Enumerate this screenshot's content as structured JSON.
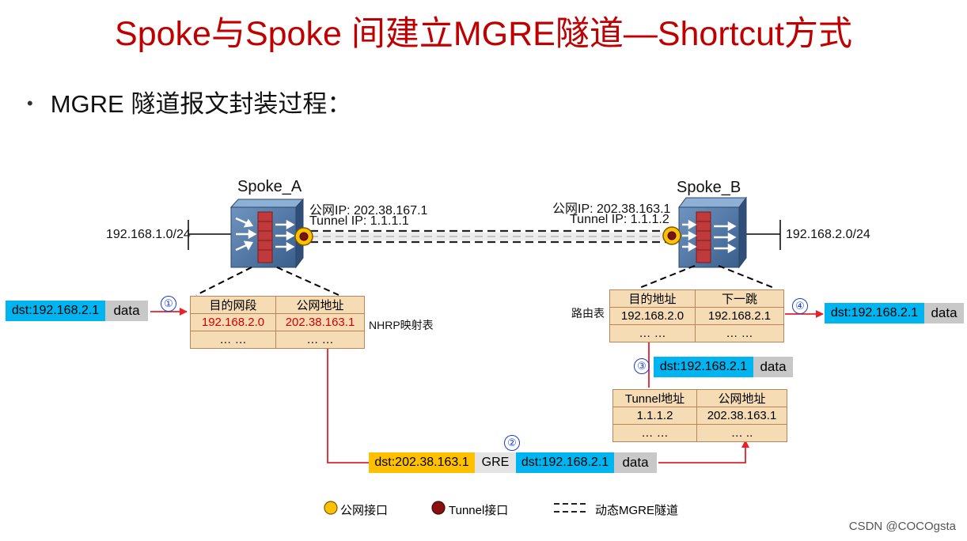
{
  "title": "Spoke与Spoke 间建立MGRE隧道—Shortcut方式",
  "bullet": "MGRE 隧道报文封装过程：",
  "spoke_a": {
    "name": "Spoke_A",
    "public_ip": "公网IP: 202.38.167.1",
    "tunnel_ip": "Tunnel IP: 1.1.1.1",
    "lan": "192.168.1.0/24"
  },
  "spoke_b": {
    "name": "Spoke_B",
    "public_ip": "公网IP: 202.38.163.1",
    "tunnel_ip": "Tunnel IP: 1.1.1.2",
    "lan": "192.168.2.0/24"
  },
  "nhrp_table": {
    "label": "NHRP映射表",
    "headers": [
      "目的网段",
      "公网地址"
    ],
    "row1": [
      "192.168.2.0",
      "202.38.163.1"
    ],
    "row2": [
      "… …",
      "… …"
    ]
  },
  "route_table": {
    "label": "路由表",
    "headers": [
      "目的地址",
      "下一跳"
    ],
    "row1": [
      "192.168.2.0",
      "192.168.2.1"
    ],
    "row2": [
      "… …",
      "… …"
    ]
  },
  "tunnel_table": {
    "headers": [
      "Tunnel地址",
      "公网地址"
    ],
    "row1": [
      "1.1.1.2",
      "202.38.163.1"
    ],
    "row2": [
      "… …",
      "… .."
    ]
  },
  "packets": {
    "p1": {
      "dst": "dst:192.168.2.1",
      "payload": "data"
    },
    "p2": {
      "outer_dst": "dst:202.38.163.1",
      "gre": "GRE",
      "dst": "dst:192.168.2.1",
      "payload": "data"
    },
    "p3": {
      "dst": "dst:192.168.2.1",
      "payload": "data"
    },
    "p4": {
      "dst": "dst:192.168.2.1",
      "payload": "data"
    }
  },
  "steps": [
    "①",
    "②",
    "③",
    "④"
  ],
  "legend": {
    "public_if": "公网接口",
    "tunnel_if": "Tunnel接口",
    "tunnel": "动态MGRE隧道"
  },
  "credit": "CSDN @COCOgsta",
  "colors": {
    "title": "#c00000",
    "packet_dst": "#00b4ef",
    "packet_outer": "#ffc000",
    "table_fill": "#f6dcb4",
    "arrow": "#e8202a",
    "step_number": "#1a3cd6"
  }
}
